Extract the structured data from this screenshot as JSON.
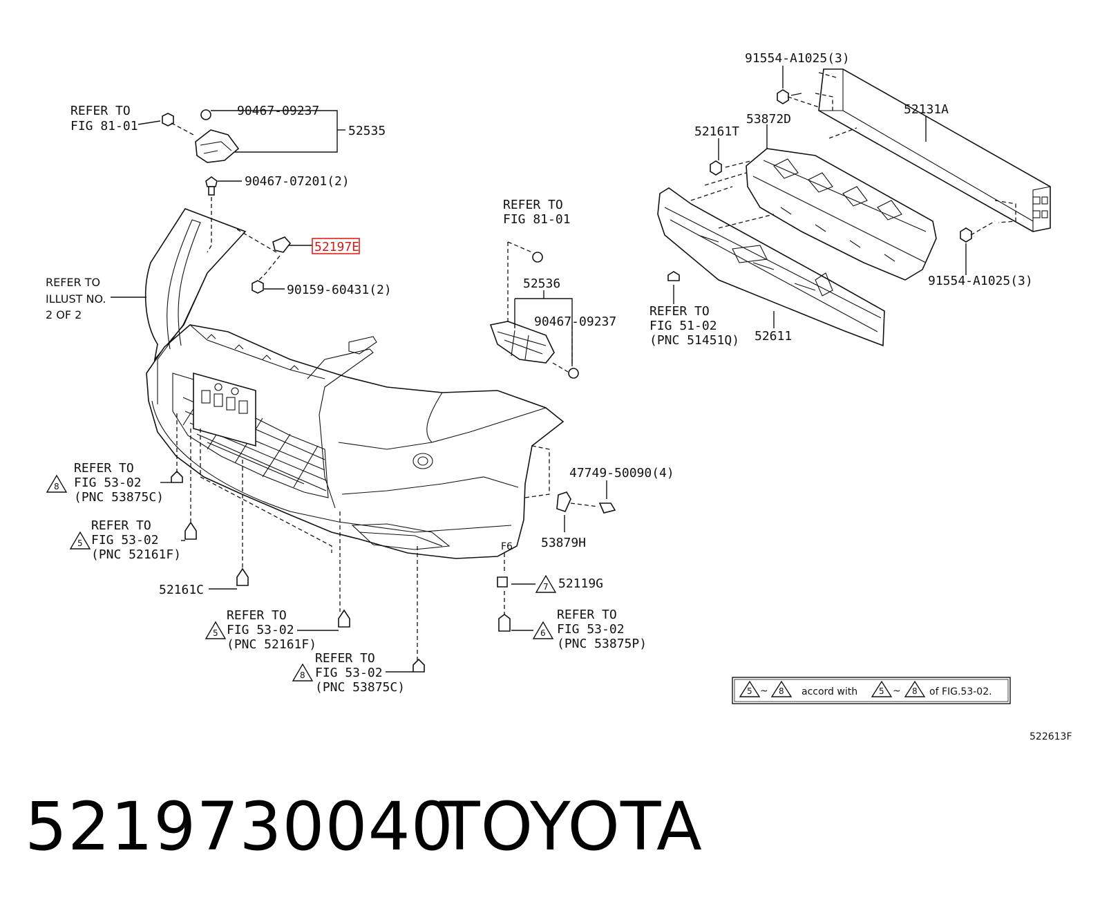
{
  "labels": {
    "refer_81_a": [
      "REFER TO",
      "FIG 81-01"
    ],
    "p90467_09237_a": "90467-09237",
    "p52535": "52535",
    "p90467_07201": "90467-07201(2)",
    "p52197": "52197E",
    "p90159": "90159-60431(2)",
    "refer_illust": [
      "REFER TO",
      "ILLUST NO.",
      "2 OF 2"
    ],
    "refer_81_b": [
      "REFER TO",
      "FIG 81-01"
    ],
    "p52536": "52536",
    "p90467_09237_b": "90467-09237",
    "p91554_top": "91554-A1025(3)",
    "p53872d": "53872D",
    "p52161t": "52161T",
    "p52131a": "52131A",
    "p91554_right": "91554-A1025(3)",
    "refer_51": [
      "REFER TO",
      "FIG 51-02",
      "(PNC 51451Q)"
    ],
    "p52611": "52611",
    "refer_53_8a": [
      "REFER TO",
      "FIG 53-02",
      "(PNC 53875C)"
    ],
    "refer_53_5a": [
      "REFER TO",
      "FIG 53-02",
      "(PNC 52161F)"
    ],
    "p52161c": "52161C",
    "refer_53_5b": [
      "REFER TO",
      "FIG 53-02",
      "(PNC 52161F)"
    ],
    "refer_53_8b": [
      "REFER TO",
      "FIG 53-02",
      "(PNC 53875C)"
    ],
    "p47749": "47749-50090(4)",
    "p53879h": "53879H",
    "p52119g": "52119G",
    "refer_53_6": [
      "REFER TO",
      "FIG 53-02",
      "(PNC 53875P)"
    ]
  },
  "triangles": {
    "t8a": "8",
    "t5a": "5",
    "t5b": "5",
    "t8b": "8",
    "t7": "7",
    "t6": "6"
  },
  "note": {
    "from": "5",
    "to": "8",
    "text1": "accord with",
    "from2": "5",
    "to2": "8",
    "text2": "of FIG.53-02.",
    "tilde": "~"
  },
  "fig_code": "522613F",
  "footer": {
    "part_number": "5219730040",
    "brand": "TOYOTA"
  }
}
